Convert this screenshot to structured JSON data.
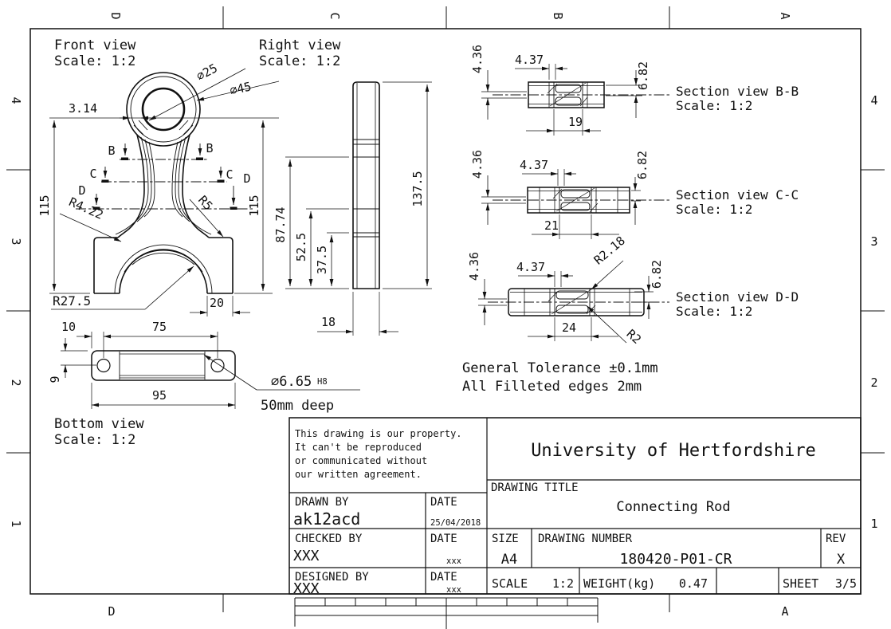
{
  "colors": {
    "ink": "#111111",
    "paper": "#ffffff"
  },
  "frame": {
    "zone_letters_top": [
      "D",
      "C",
      "B",
      "A"
    ],
    "zone_letters_bottom": [
      "D",
      "A"
    ],
    "zone_numbers_left": [
      "4",
      "3",
      "2",
      "1"
    ],
    "zone_numbers_right": [
      "4",
      "3",
      "2",
      "1"
    ]
  },
  "views": {
    "front": {
      "title": "Front view",
      "scale_label": "Scale:  1:2",
      "dia_small": "⌀25",
      "dia_large": "⌀45",
      "wall": "3.14",
      "height_left": "115",
      "height_right": "115",
      "fillet_small": "R4.22",
      "fillet_side": "R5",
      "arch_radius": "R27.5",
      "foot_width": "20",
      "cut_b": "B",
      "cut_c": "C",
      "cut_d": "D"
    },
    "right": {
      "title": "Right view",
      "scale_label": "Scale:  1:2",
      "total_height": "137.5",
      "dim_8774": "87.74",
      "dim_525": "52.5",
      "dim_375": "37.5",
      "thickness": "18"
    },
    "bottom": {
      "title": "Bottom view",
      "scale_label": "Scale:  1:2",
      "dim_10": "10",
      "dim_75": "75",
      "dim_95": "95",
      "dim_9": "9",
      "hole_dia": "⌀6.65",
      "hole_fit": "H8",
      "hole_depth": "50mm deep"
    },
    "section_b": {
      "title": "Section view B-B",
      "scale_label": "Scale:  1:2",
      "dim_web": "4.36",
      "dim_flange": "4.37",
      "dim_half": "6.82",
      "dim_width": "19"
    },
    "section_c": {
      "title": "Section view C-C",
      "scale_label": "Scale:  1:2",
      "dim_web": "4.36",
      "dim_flange": "4.37",
      "dim_half": "6.82",
      "dim_width": "21"
    },
    "section_d": {
      "title": "Section view D-D",
      "scale_label": "Scale:  1:2",
      "dim_web": "4.36",
      "dim_flange": "4.37",
      "dim_half": "6.82",
      "dim_width": "24",
      "fillet_a": "R2.18",
      "fillet_b": "R2"
    }
  },
  "notes": {
    "line1": "General Tolerance ±0.1mm",
    "line2": "All Filleted edges 2mm"
  },
  "title_block": {
    "property_note_1": "This drawing is our property.",
    "property_note_2": "It can't be reproduced",
    "property_note_3": "or communicated without",
    "property_note_4": "our written agreement.",
    "company": "University of Hertfordshire",
    "drawing_title_label": "DRAWING TITLE",
    "drawing_title": "Connecting Rod",
    "drawn_by_label": "DRAWN BY",
    "drawn_by": "ak12acd",
    "date_label": "DATE",
    "drawn_date": "25/04/2018",
    "checked_by_label": "CHECKED BY",
    "checked_by": "XXX",
    "checked_date": "xxx",
    "designed_by_label": "DESIGNED BY",
    "designed_by": "XXX",
    "designed_date": "xxx",
    "size_label": "SIZE",
    "size_value": "A4",
    "drawing_number_label": "DRAWING NUMBER",
    "drawing_number": "180420-P01-CR",
    "rev_label": "REV",
    "rev_value": "X",
    "scale_label": "SCALE",
    "scale_value": "1:2",
    "weight_label": "WEIGHT(kg)",
    "weight_value": "0.47",
    "sheet_label": "SHEET",
    "sheet_value": "3/5"
  }
}
